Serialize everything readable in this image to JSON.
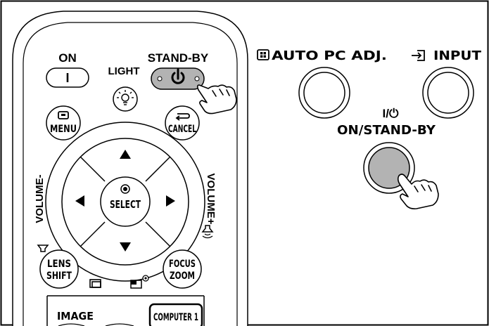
{
  "remote": {
    "on_label": "ON",
    "on_symbol": "I",
    "standby_label": "STAND-BY",
    "standby_symbol": "⏻",
    "light_label": "LIGHT",
    "menu_label": "MENU",
    "cancel_label": "CANCEL",
    "select_label": "SELECT",
    "volume_minus_label": "VOLUME-",
    "volume_plus_label": "VOLUME+",
    "lens_shift_line1": "LENS",
    "lens_shift_line2": "SHIFT",
    "focus_zoom_line1": "FOCUS",
    "focus_zoom_line2": "ZOOM",
    "image_label": "IMAGE",
    "computer1_label": "COMPUTER 1",
    "standby_button_color": "#b3b3b3"
  },
  "projector": {
    "auto_pc_adj_label": "AUTO PC ADJ.",
    "input_label": "INPUT",
    "power_line1": "I/⏻",
    "power_line2": "ON/STAND-BY",
    "power_button_color": "#b3b3b3"
  },
  "icons": [
    "power-icon",
    "light-bulb-icon",
    "menu-icon",
    "return-arrow-icon",
    "arrow-up-icon",
    "arrow-down-icon",
    "arrow-left-icon",
    "arrow-right-icon",
    "speaker-low-icon",
    "speaker-high-icon",
    "auto-adjust-icon",
    "input-arrow-icon",
    "pointing-hand-icon"
  ]
}
